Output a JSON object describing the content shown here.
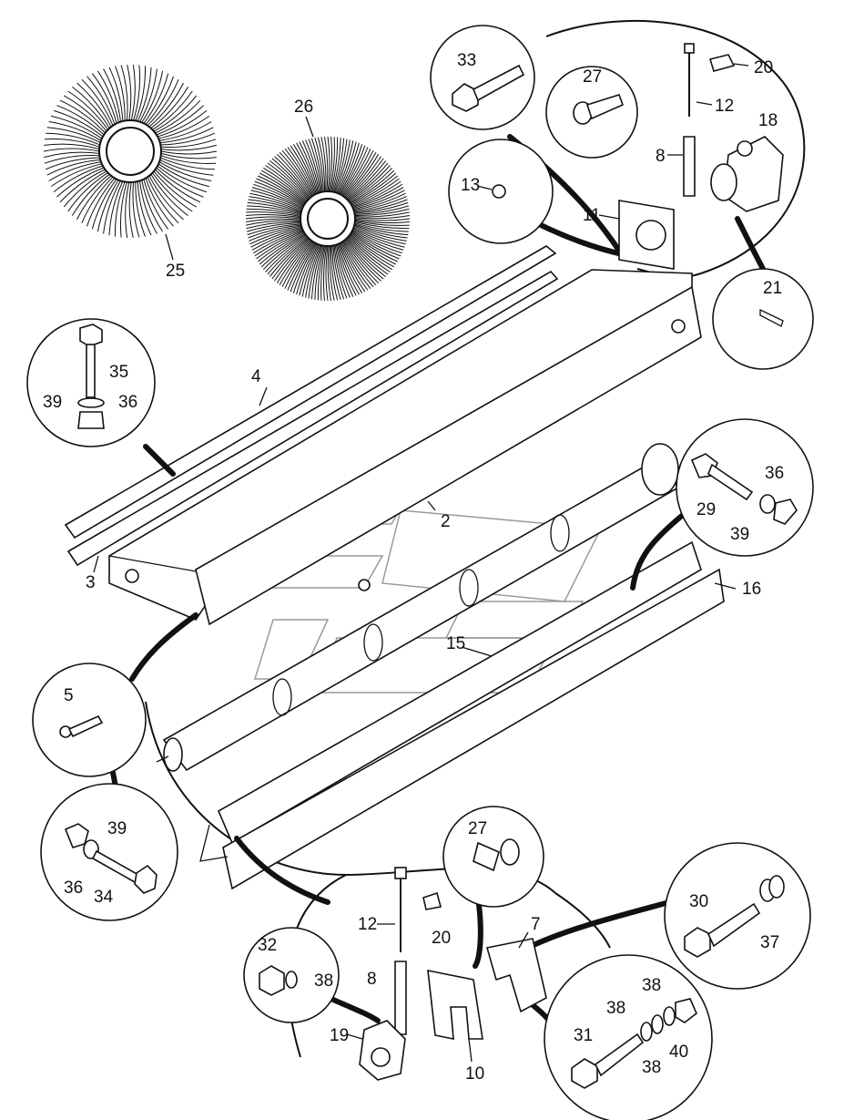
{
  "diagram": {
    "type": "exploded-parts-diagram",
    "callouts": [
      {
        "id": "c25",
        "text": "25"
      },
      {
        "id": "c26",
        "text": "26"
      },
      {
        "id": "c33",
        "text": "33"
      },
      {
        "id": "c27a",
        "text": "27"
      },
      {
        "id": "c20a",
        "text": "20"
      },
      {
        "id": "c12a",
        "text": "12"
      },
      {
        "id": "c18",
        "text": "18"
      },
      {
        "id": "c8a",
        "text": "8"
      },
      {
        "id": "c13",
        "text": "13"
      },
      {
        "id": "c11",
        "text": "11"
      },
      {
        "id": "c21",
        "text": "21"
      },
      {
        "id": "c35",
        "text": "35"
      },
      {
        "id": "c39a",
        "text": "39"
      },
      {
        "id": "c36a",
        "text": "36"
      },
      {
        "id": "c4",
        "text": "4"
      },
      {
        "id": "c2",
        "text": "2"
      },
      {
        "id": "c3",
        "text": "3"
      },
      {
        "id": "c36b",
        "text": "36"
      },
      {
        "id": "c29",
        "text": "29"
      },
      {
        "id": "c39b",
        "text": "39"
      },
      {
        "id": "c16",
        "text": "16"
      },
      {
        "id": "c15",
        "text": "15"
      },
      {
        "id": "c5",
        "text": "5"
      },
      {
        "id": "c39c",
        "text": "39"
      },
      {
        "id": "c36c",
        "text": "36"
      },
      {
        "id": "c34",
        "text": "34"
      },
      {
        "id": "c27b",
        "text": "27"
      },
      {
        "id": "c12b",
        "text": "12"
      },
      {
        "id": "c20b",
        "text": "20"
      },
      {
        "id": "c30",
        "text": "30"
      },
      {
        "id": "c37",
        "text": "37"
      },
      {
        "id": "c7",
        "text": "7"
      },
      {
        "id": "c32",
        "text": "32"
      },
      {
        "id": "c38a",
        "text": "38"
      },
      {
        "id": "c8b",
        "text": "8"
      },
      {
        "id": "c38b",
        "text": "38"
      },
      {
        "id": "c38c",
        "text": "38"
      },
      {
        "id": "c19",
        "text": "19"
      },
      {
        "id": "c10",
        "text": "10"
      },
      {
        "id": "c31",
        "text": "31"
      },
      {
        "id": "c38d",
        "text": "38"
      },
      {
        "id": "c40",
        "text": "40"
      }
    ]
  }
}
